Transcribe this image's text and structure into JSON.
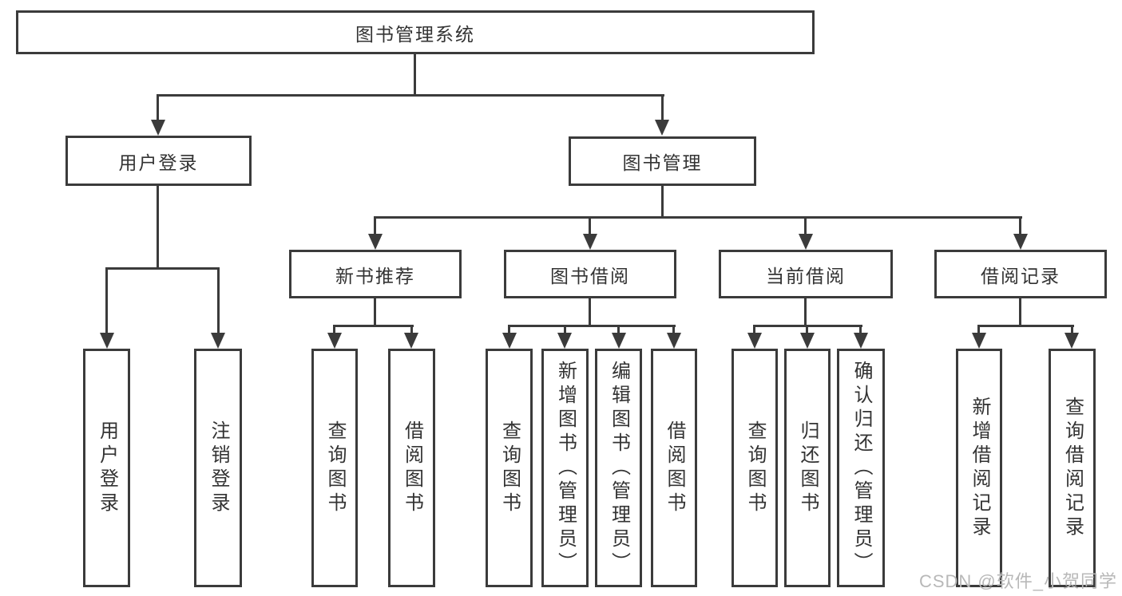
{
  "colors": {
    "line": "#3b3b3b",
    "text": "#333333",
    "watermark": "#b8b8b8"
  },
  "watermark": {
    "text": "CSDN @软件_小贺同学"
  },
  "tree": {
    "root": {
      "label": "图书管理系统"
    },
    "level2": [
      {
        "label": "用户登录",
        "children": [
          {
            "label": "用户登录"
          },
          {
            "label": "注销登录"
          }
        ]
      },
      {
        "label": "图书管理",
        "children": [
          {
            "label": "新书推荐",
            "children": [
              {
                "label": "查询图书"
              },
              {
                "label": "借阅图书"
              }
            ]
          },
          {
            "label": "图书借阅",
            "children": [
              {
                "label": "查询图书"
              },
              {
                "label": "新增图书（管理员）"
              },
              {
                "label": "编辑图书（管理员）"
              },
              {
                "label": "借阅图书"
              }
            ]
          },
          {
            "label": "当前借阅",
            "children": [
              {
                "label": "查询图书"
              },
              {
                "label": "归还图书"
              },
              {
                "label": "确认归还（管理员）"
              }
            ]
          },
          {
            "label": "借阅记录",
            "children": [
              {
                "label": "新增借阅记录"
              },
              {
                "label": "查询借阅记录"
              }
            ]
          }
        ]
      }
    ]
  }
}
